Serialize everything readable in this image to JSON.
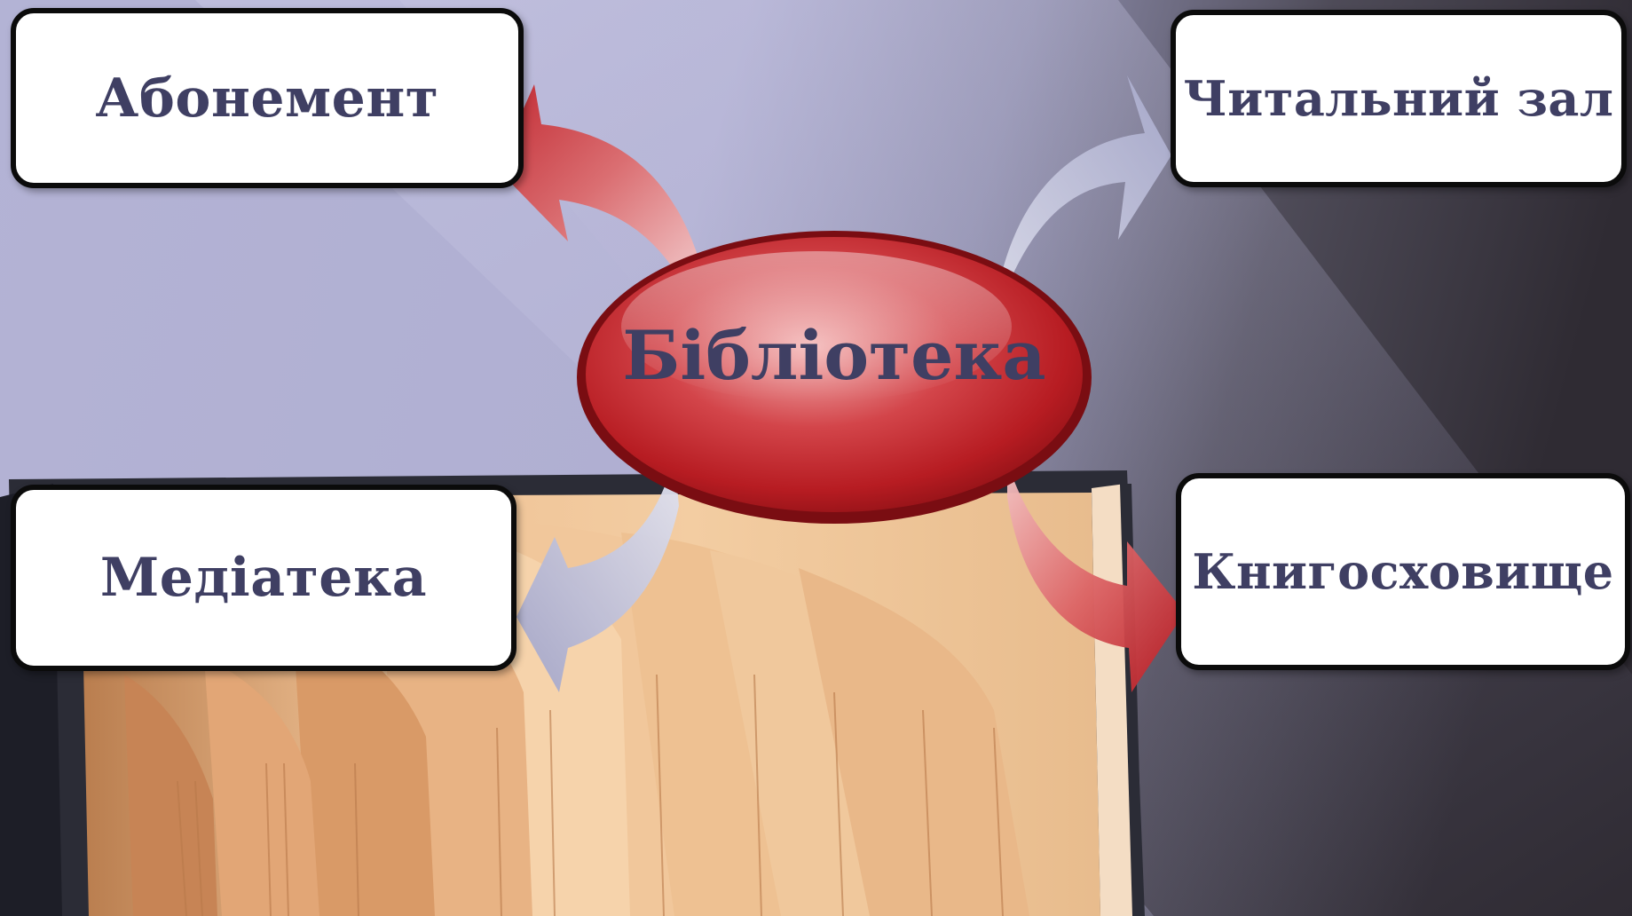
{
  "diagram": {
    "center": {
      "label": "Бібліотека",
      "color": "#b81f24"
    },
    "nodes": [
      {
        "id": "abonement",
        "label": "Абонемент",
        "arrow_color": "red"
      },
      {
        "id": "reading-hall",
        "label": "Читальний зал",
        "arrow_color": "lavender"
      },
      {
        "id": "mediateka",
        "label": "Медіатека",
        "arrow_color": "lavender"
      },
      {
        "id": "knyhoskhovyshche",
        "label": "Книгосховище",
        "arrow_color": "red"
      }
    ]
  },
  "colors": {
    "label_text": "#3f3f63",
    "box_border": "#0b0b0b",
    "box_fill": "#ffffff",
    "red_accent": "#c0262b",
    "lavender_accent": "#b9bbd6"
  }
}
